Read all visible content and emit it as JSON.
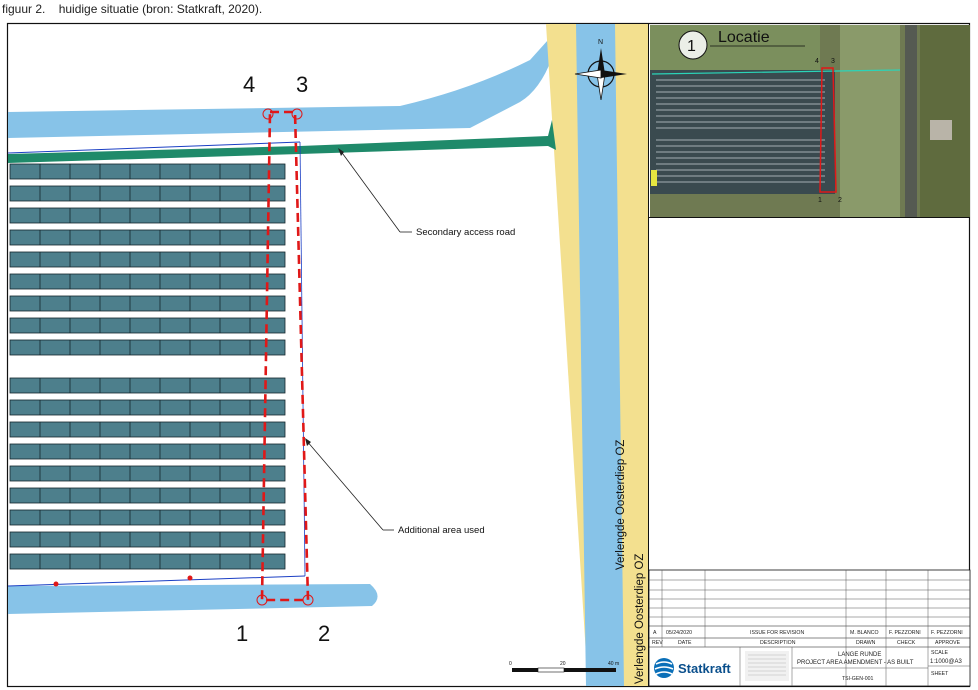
{
  "caption": {
    "label": "figuur 2.",
    "text": "huidige situatie (bron: Statkraft, 2020)."
  },
  "map": {
    "corner_labels": [
      "4",
      "3",
      "1",
      "2"
    ],
    "annotation_road": "Secondary access road",
    "annotation_area": "Additional area used",
    "canal_label_main": "Verlengde Oosterdiep OZ",
    "canal_label_lower": "Verlengde Oosterdiep OZ",
    "north_label": "N",
    "scale": {
      "zero": "0",
      "mid": "20",
      "end": "40 m"
    }
  },
  "inset": {
    "number": "1",
    "title": "Locatie",
    "corners": [
      "4",
      "3",
      "1",
      "2"
    ]
  },
  "title_block": {
    "revision_row": {
      "rev": "A",
      "date": "05/24/2020",
      "description": "ISSUE FOR REVISION",
      "drawn": "M. BLANCO",
      "check": "F. PEZZORNI",
      "approve": "F. PEZZORNI"
    },
    "headers": {
      "rev": "REV",
      "date": "DATE",
      "description": "DESCRIPTION",
      "drawn": "DRAWN",
      "check": "CHECK",
      "approve": "APPROVE"
    },
    "company": "Statkraft",
    "project": "LANGE RUNDE",
    "drawing_title": "PROJECT AREA AMENDMENT - AS BUILT",
    "drawing_number": "TSI-GEN-001",
    "scale_label": "SCALE",
    "scale_value": "1:1000@A3",
    "sheet_label": "SHEET"
  }
}
